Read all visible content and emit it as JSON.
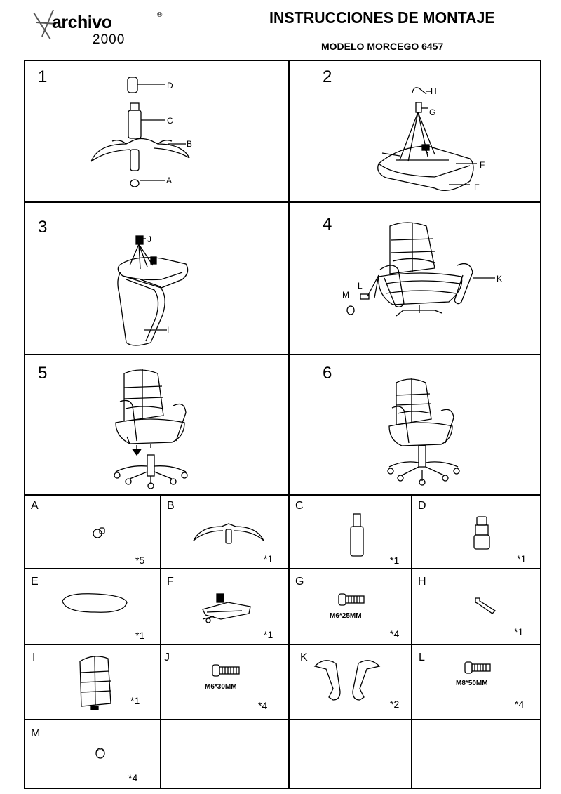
{
  "header": {
    "logo_word": "archivo",
    "logo_reg": "®",
    "logo_number": "2000",
    "title": "INSTRUCCIONES DE MONTAJE",
    "subtitle": "MODELO MORCEGO 6457"
  },
  "steps": [
    {
      "number": "1",
      "callouts": [
        "D",
        "C",
        "B",
        "A"
      ]
    },
    {
      "number": "2",
      "callouts": [
        "H",
        "G",
        "F",
        "E"
      ]
    },
    {
      "number": "3",
      "callouts": [
        "J",
        "I"
      ]
    },
    {
      "number": "4",
      "callouts": [
        "K",
        "L",
        "M"
      ]
    },
    {
      "number": "5"
    },
    {
      "number": "6"
    }
  ],
  "parts": [
    {
      "label": "A",
      "qty": "*5",
      "spec": ""
    },
    {
      "label": "B",
      "qty": "*1",
      "spec": ""
    },
    {
      "label": "C",
      "qty": "*1",
      "spec": ""
    },
    {
      "label": "D",
      "qty": "*1",
      "spec": ""
    },
    {
      "label": "E",
      "qty": "*1",
      "spec": ""
    },
    {
      "label": "F",
      "qty": "*1",
      "spec": ""
    },
    {
      "label": "G",
      "qty": "*4",
      "spec": "M6*25MM"
    },
    {
      "label": "H",
      "qty": "*1",
      "spec": ""
    },
    {
      "label": "I",
      "qty": "*1",
      "spec": ""
    },
    {
      "label": "J",
      "qty": "*4",
      "spec": "M6*30MM"
    },
    {
      "label": "K",
      "qty": "*2",
      "spec": ""
    },
    {
      "label": "L",
      "qty": "*4",
      "spec": "M8*50MM"
    },
    {
      "label": "M",
      "qty": "*4",
      "spec": ""
    }
  ]
}
